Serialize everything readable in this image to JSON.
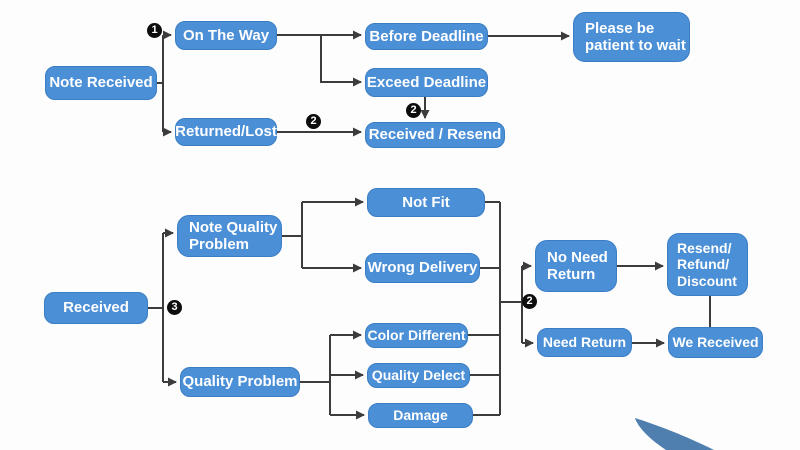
{
  "nodes": {
    "note_received": "Note Received",
    "on_the_way": "On The Way",
    "returned_lost": "Returned/Lost",
    "before_deadline": "Before Deadline",
    "exceed_deadline": "Exceed Deadline",
    "please_wait": "Please be\npatient to wait",
    "received_resend": "Received / Resend",
    "received": "Received",
    "note_quality_problem": "Note Quality\nProblem",
    "quality_problem": "Quality Problem",
    "not_fit": "Not Fit",
    "wrong_delivery": "Wrong Delivery",
    "color_different": "Color Different",
    "quality_delect": "Quality Delect",
    "damage": "Damage",
    "no_need_return": "No Need\nReturn",
    "need_return": "Need Return",
    "resend_refund_discount": "Resend/\nRefund/\nDiscount",
    "we_received": "We Received"
  },
  "badges": {
    "step1": "1",
    "step2_returned": "2",
    "step2_deadline": "2",
    "step3": "3",
    "step2_return": "2"
  },
  "colors": {
    "node_fill": "#4b8fd6",
    "node_border": "#3a7dc4",
    "node_text": "#ffffff",
    "connector": "#3c3c3c",
    "badge_bg": "#0d0d0d",
    "badge_text": "#ffffff",
    "swoosh": "#4e7fae",
    "background": "#fdfdfd"
  }
}
